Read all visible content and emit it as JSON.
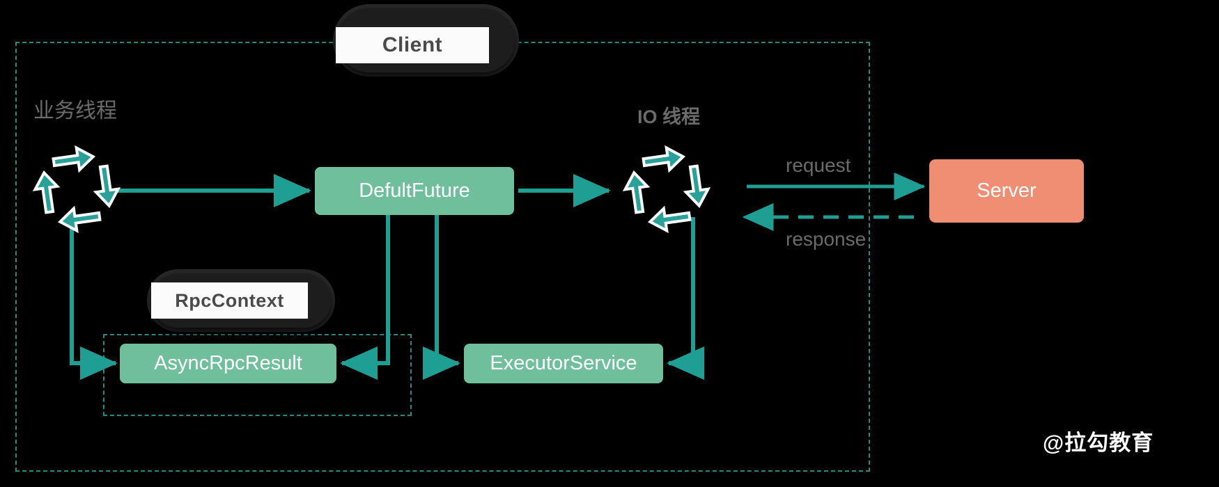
{
  "diagram": {
    "title": "Dubbo async RPC call flow",
    "background_color": "#000000",
    "accent_color": "#2aa198",
    "box_color": "#6fbe9c",
    "server_color": "#f08e73",
    "label_color": "#6b6b6b",
    "dashed_color": "#2a8a7d"
  },
  "regions": {
    "client": {
      "label": "Client"
    },
    "rpccontext": {
      "label": "RpcContext"
    }
  },
  "labels": {
    "business_thread": "业务线程",
    "io_thread": "IO 线程",
    "request": "request",
    "response": "response"
  },
  "boxes": {
    "defult_future": "DefultFuture",
    "async_rpc_result": "AsyncRpcResult",
    "executor_service": "ExecutorService",
    "server": "Server"
  },
  "icons": {
    "business_thread_loop": "circular-arrows-icon",
    "io_thread_loop": "circular-arrows-icon"
  },
  "watermark": "@拉勾教育"
}
